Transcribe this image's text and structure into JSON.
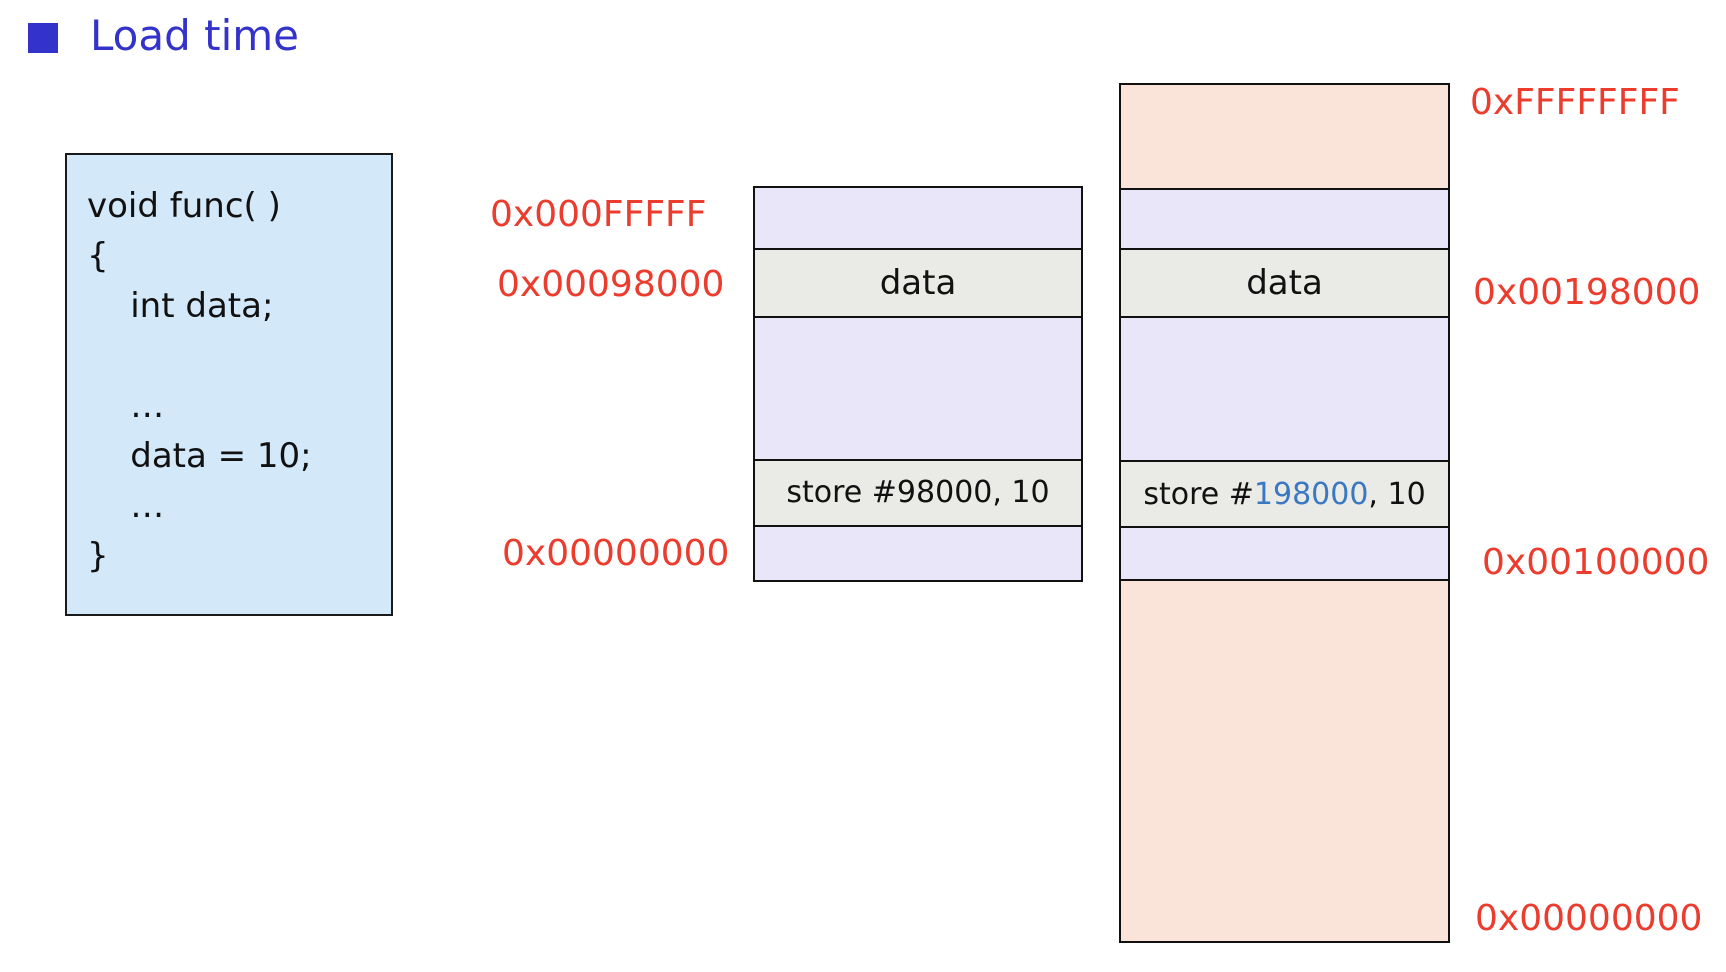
{
  "title": {
    "text": "Load time"
  },
  "code_box": {
    "lines": [
      "void func( )",
      "{",
      "    int data;",
      "",
      "    …",
      "    data = 10;",
      "    …",
      "}"
    ]
  },
  "middle_column": {
    "data_label": "data",
    "store_text": "store #98000, 10"
  },
  "right_column": {
    "data_label": "data",
    "store_prefix": "store #",
    "store_address": "198000",
    "store_suffix": ", 10"
  },
  "left_labels": [
    "0x000FFFFF",
    "0x00098000",
    "0x00000000"
  ],
  "right_labels": [
    "0xFFFFFFFF",
    "0x00198000",
    "0x00100000",
    "0x00000000"
  ],
  "colors": {
    "title_blue": "#3333cc",
    "address_label_red": "#eb3c2e",
    "store_address_blue": "#3a78c2",
    "code_box_fill": "#d3e8f8",
    "segment_lavender": "#e8e6f8",
    "segment_gray": "#eaeae6",
    "segment_pink": "#fae3d8"
  }
}
